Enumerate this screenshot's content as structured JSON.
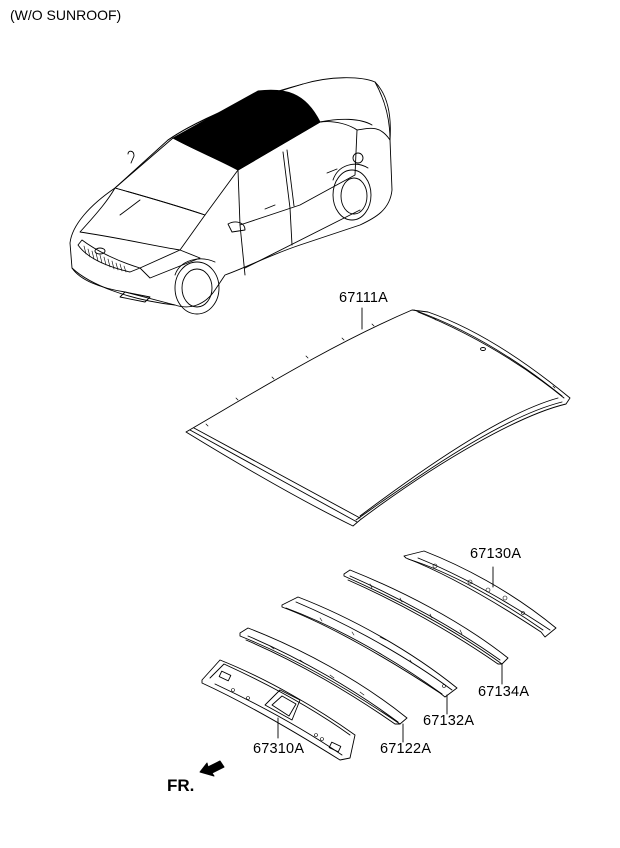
{
  "diagram": {
    "note": "(W/O SUNROOF)",
    "direction_label": "FR.",
    "parts": [
      {
        "id": "roof_panel",
        "part_number": "67111A"
      },
      {
        "id": "rail_rear",
        "part_number": "67130A"
      },
      {
        "id": "rail_rear_center",
        "part_number": "67134A"
      },
      {
        "id": "rail_center",
        "part_number": "67132A"
      },
      {
        "id": "rail_front_center",
        "part_number": "67122A"
      },
      {
        "id": "rail_front",
        "part_number": "67310A"
      }
    ],
    "colors": {
      "line": "#000000",
      "background": "#ffffff",
      "glass_fill": "#000000"
    }
  }
}
